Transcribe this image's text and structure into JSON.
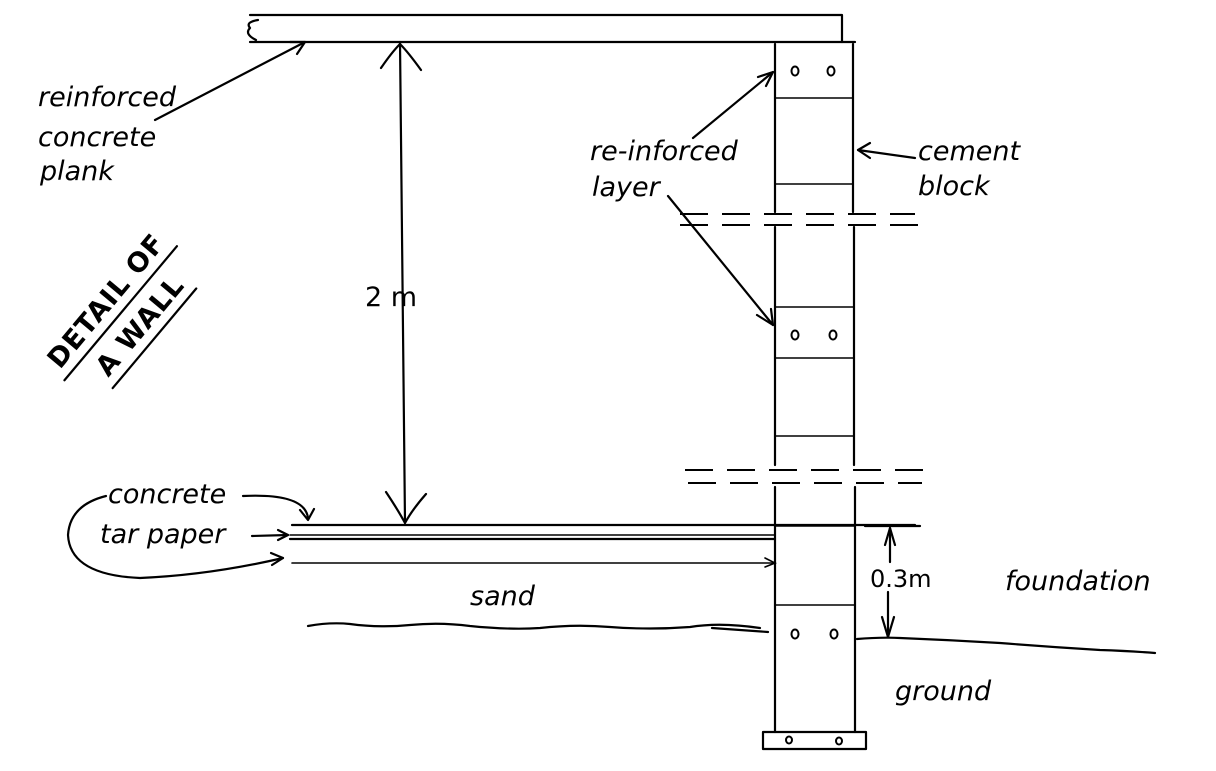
{
  "diagram": {
    "title_line1": "DETAIL OF",
    "title_line2": "A WALL",
    "labels": {
      "plank_l1": "reinforced",
      "plank_l2": "concrete",
      "plank_l3": "plank",
      "reinforced_l1": "re-inforced",
      "reinforced_l2": "layer",
      "cement_l1": "cement",
      "cement_l2": "block",
      "height_dim": "2 m",
      "concrete": "concrete",
      "tar_paper": "tar paper",
      "sand": "sand",
      "foundation_dim": "0.3m",
      "foundation": "foundation",
      "ground": "ground"
    },
    "colors": {
      "ink": "#000000",
      "paper": "#ffffff"
    }
  }
}
